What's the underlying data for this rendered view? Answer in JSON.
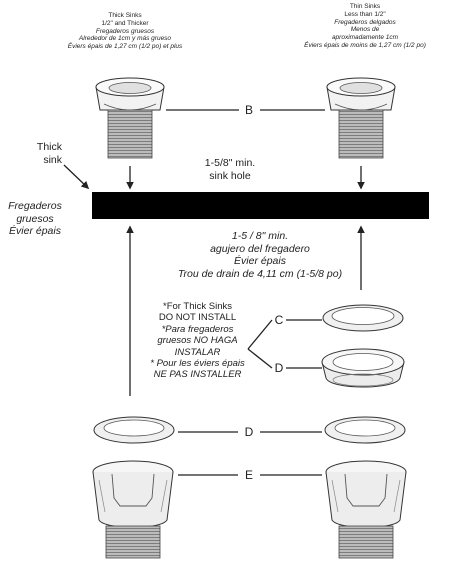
{
  "header": {
    "thick": {
      "l1": "Thick Sinks",
      "l2": "1/2\" and Thicker",
      "l3": "Fregaderos gruesos",
      "l4": "Alrededor de 1cm y más grueso",
      "l5": "Éviers épais de 1,27 cm (1/2 po) et plus"
    },
    "thin": {
      "l1": "Thin Sinks",
      "l2": "Less than 1/2\"",
      "l3": "Fregaderos delgados",
      "l4": "Menos de",
      "l5": "aproximadamente 1cm",
      "l6": "Éviers épais de moins de 1,27 cm (1/2 po)"
    }
  },
  "sink_label": {
    "l1": "Thick",
    "l2": "sink"
  },
  "sink_label_alt": {
    "l1": "Fregaderos",
    "l2": "gruesos",
    "l3": "Évier épais"
  },
  "hole_label": {
    "l1": "1-5/8\" min.",
    "l2": "sink hole"
  },
  "hole_label_alt": {
    "l1": "1-5 / 8\" min.",
    "l2": "agujero del fregadero",
    "l3": "Évier épais",
    "l4": "Trou de drain de 4,11 cm (1-5/8 po)"
  },
  "warning": {
    "l1": "*For Thick Sinks",
    "l2": "DO NOT  INSTALL",
    "l3": "*Para fregaderos",
    "l4": "gruesos NO HAGA",
    "l5": "INSTALAR",
    "l6": "* Pour les éviers épais",
    "l7": "NE PAS INSTALLER"
  },
  "parts": {
    "b": "B",
    "c": "C",
    "d": "D",
    "d2": "D",
    "e": "E"
  },
  "colors": {
    "sink": "#000000",
    "line": "#222222",
    "thread": "#9a9a9a"
  }
}
